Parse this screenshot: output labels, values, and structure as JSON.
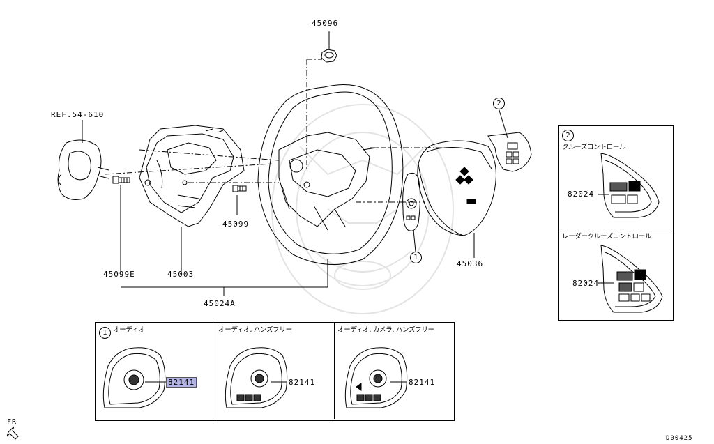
{
  "parts": {
    "p45096": "45096",
    "ref": "REF.54-610",
    "p45099": "45099",
    "p45099e": "45099E",
    "p45003": "45003",
    "p45024a": "45024A",
    "p45036": "45036",
    "p82024_a": "82024",
    "p82024_b": "82024",
    "p82141_a": "82141",
    "p82141_b": "82141",
    "p82141_c": "82141"
  },
  "callouts": {
    "c1_main": "1",
    "c2_main": "2",
    "c1_box": "1",
    "c2_box": "2"
  },
  "panel2": {
    "cruise_label": "クルーズコントロール",
    "radar_label": "レーダークルーズコントロール"
  },
  "panel1": {
    "col1_label": "オーディオ",
    "col2_label": "オーディオ, ハンズフリー",
    "col3_label": "オーディオ, カメラ, ハンズフリー"
  },
  "footer": {
    "fr_label": "FR",
    "diagram_code": "D00425"
  },
  "icons": {
    "fr_arrow": "direction-arrow-icon",
    "brand": "three-diamond-logo-icon"
  }
}
